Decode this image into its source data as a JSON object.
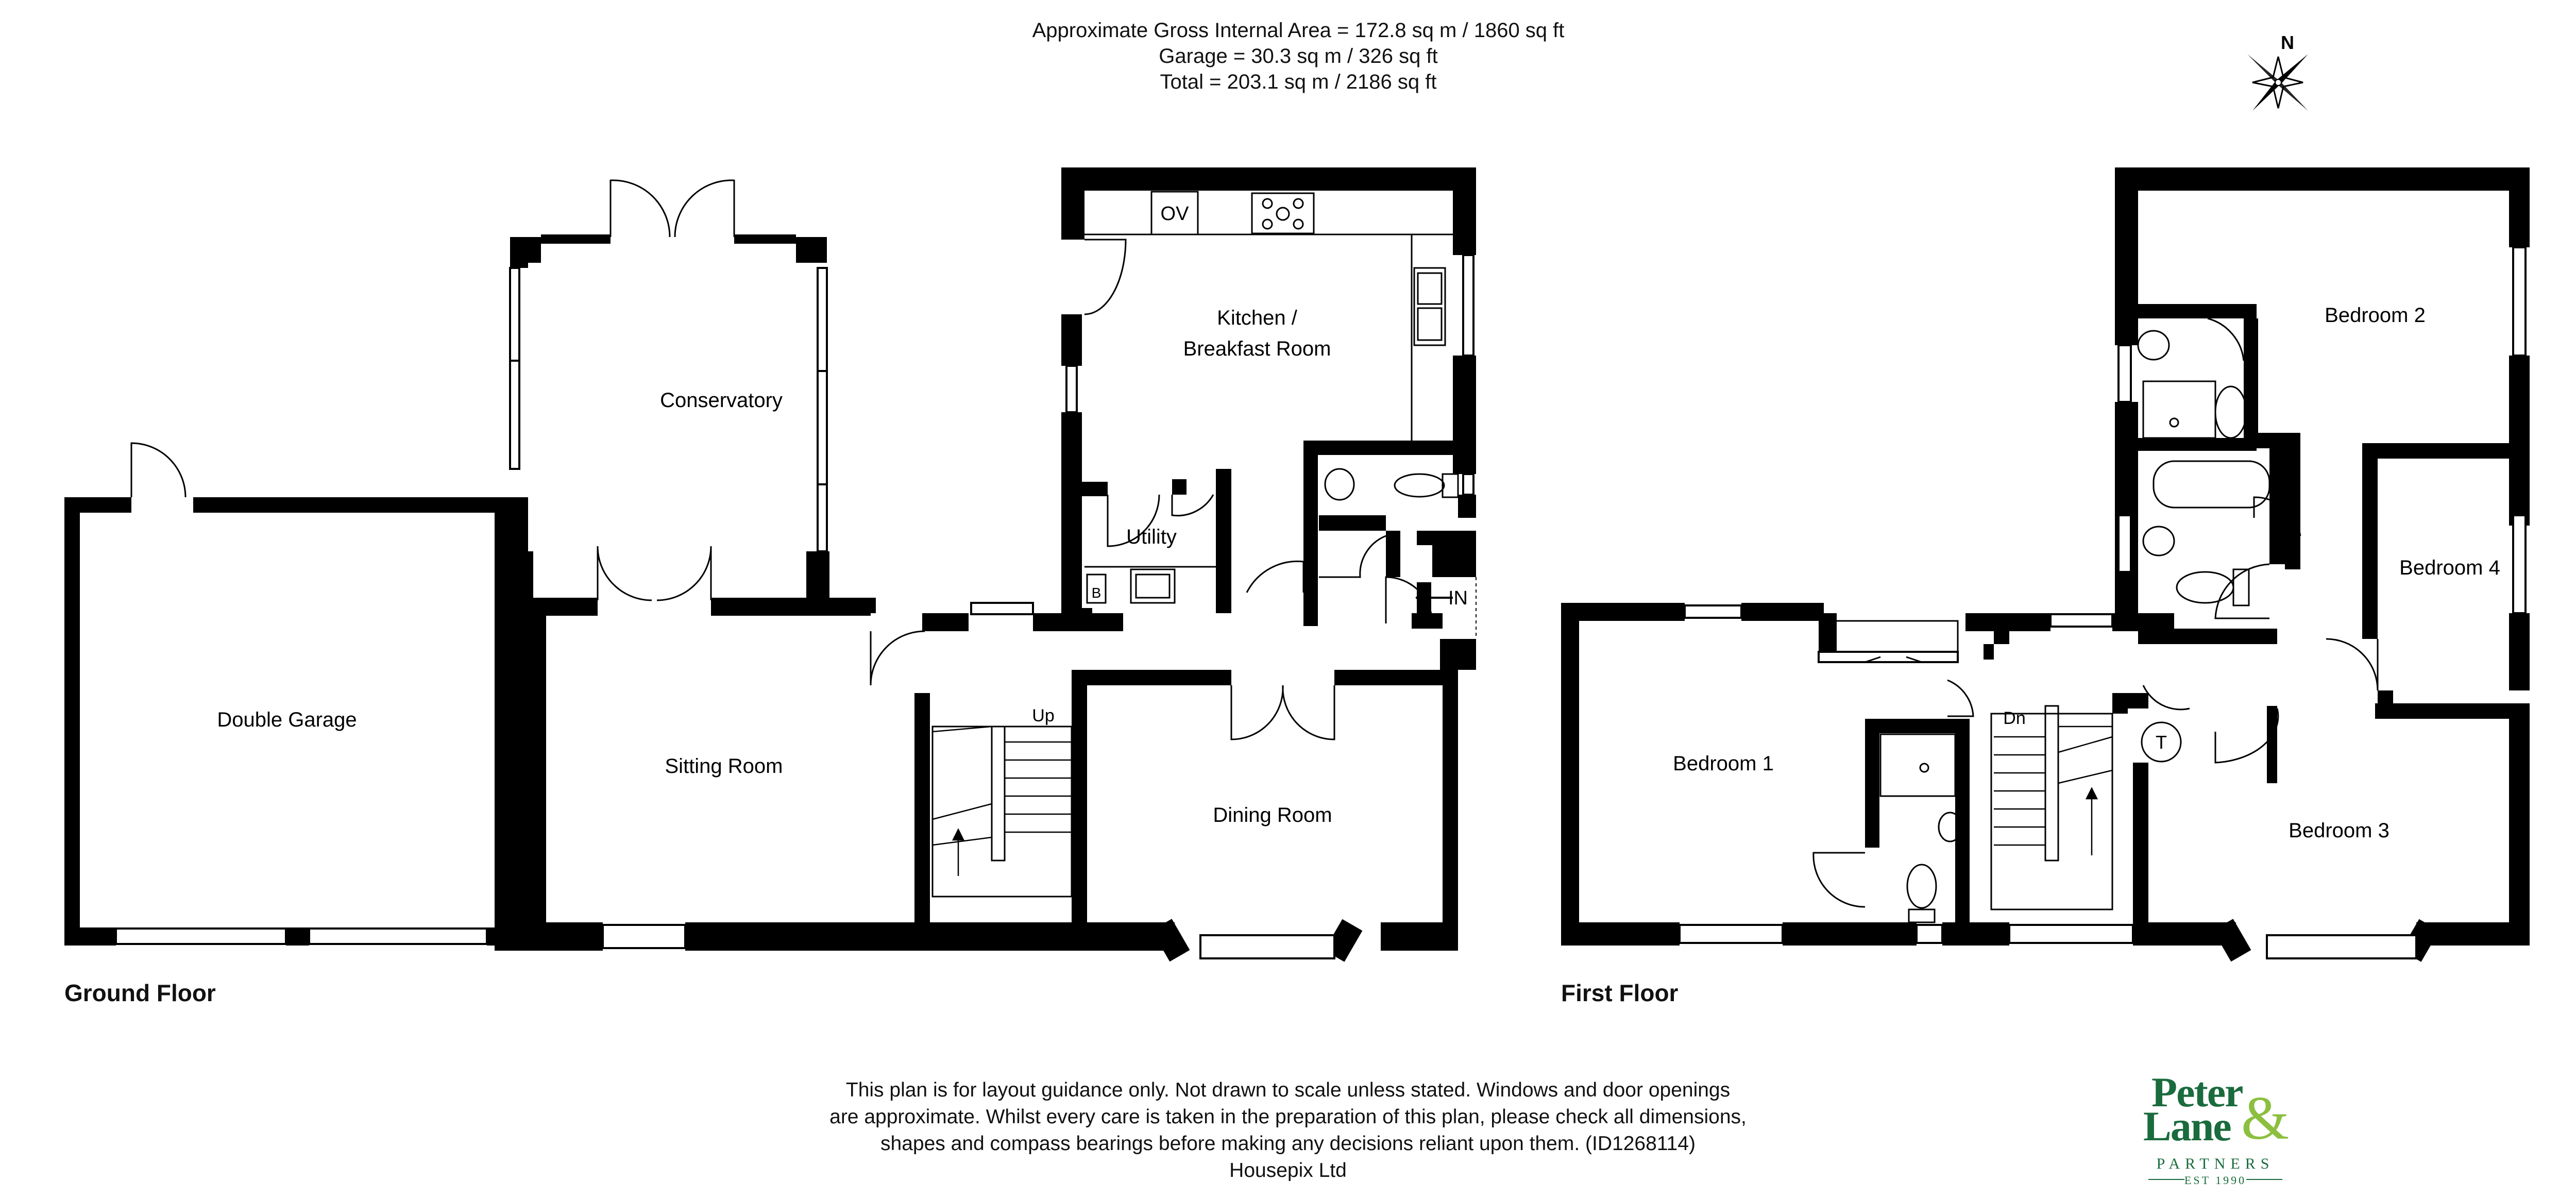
{
  "area": {
    "line1": "Approximate Gross Internal Area = 172.8 sq m / 1860 sq ft",
    "line2": "Garage = 30.3 sq m / 326 sq ft",
    "line3": "Total = 203.1 sq m / 2186 sq ft"
  },
  "compass": {
    "north_label": "N"
  },
  "ground_floor": {
    "label": "Ground Floor",
    "rooms": {
      "conservatory": "Conservatory",
      "double_garage": "Double Garage",
      "sitting_room": "Sitting Room",
      "kitchen_line1": "Kitchen /",
      "kitchen_line2": "Breakfast Room",
      "utility": "Utility",
      "dining_room": "Dining Room"
    },
    "symbols": {
      "oven": "OV",
      "boiler": "B",
      "stairs_up": "Up",
      "entrance": "IN"
    }
  },
  "first_floor": {
    "label": "First Floor",
    "rooms": {
      "bedroom1": "Bedroom 1",
      "bedroom2": "Bedroom 2",
      "bedroom3": "Bedroom 3",
      "bedroom4": "Bedroom 4"
    },
    "symbols": {
      "stairs_down": "Dn",
      "tank": "T"
    }
  },
  "disclaimer": {
    "line1": "This plan is for layout guidance only. Not drawn to scale unless stated. Windows and door openings",
    "line2": "are approximate. Whilst every care is taken in the preparation of this plan, please check all dimensions,",
    "line3": "shapes and compass bearings before making any decisions reliant upon them. (ID1268114)",
    "line4": "Housepix Ltd"
  },
  "logo": {
    "line1": "Peter",
    "amp": "&",
    "line2": "Lane",
    "partners": "PARTNERS",
    "est": "EST 1990"
  }
}
